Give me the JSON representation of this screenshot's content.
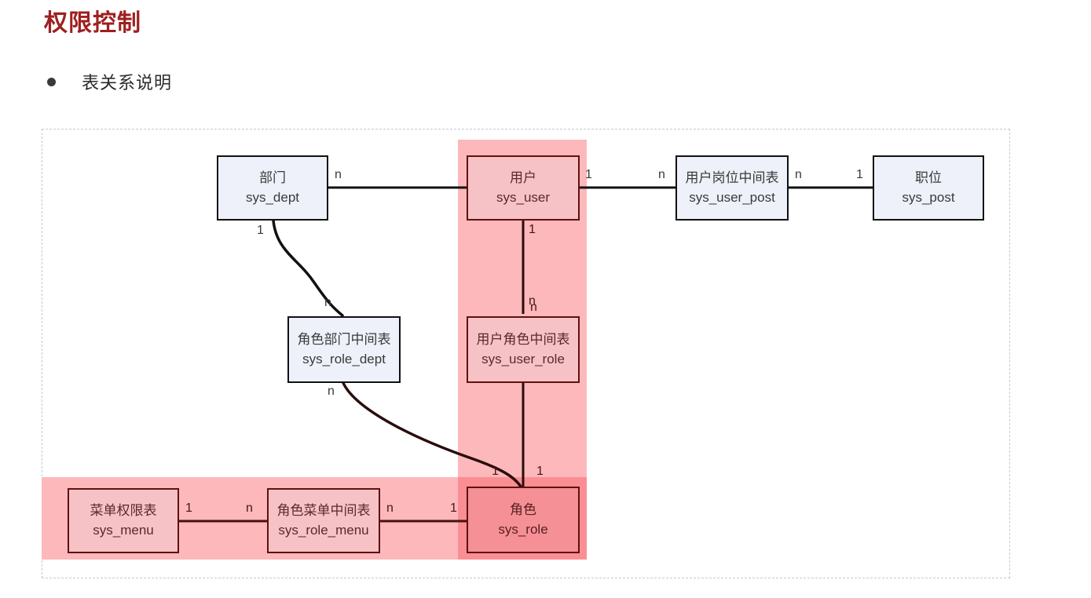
{
  "page": {
    "title": "权限控制",
    "bullet": {
      "marker": "bullet-dot",
      "label": "表关系说明"
    }
  },
  "colors": {
    "title": "#9e2020",
    "band_light": "#fcb8bb",
    "band_overlap": "#fa8e93",
    "box_plain_fill": "#eef1fa",
    "box_plain_border": "#111111",
    "box_highlight_fill": "#f7c2c6",
    "box_strong_fill": "#f59096",
    "box_highlight_border": "#5e1111",
    "frame_border": "#c3c9d8",
    "line": "#111111"
  },
  "diagram": {
    "entities": [
      {
        "id": "sys_dept",
        "cn": "部门",
        "en": "sys_dept",
        "style": "plain"
      },
      {
        "id": "sys_user",
        "cn": "用户",
        "en": "sys_user",
        "style": "hl"
      },
      {
        "id": "sys_user_post",
        "cn": "用户岗位中间表",
        "en": "sys_user_post",
        "style": "plain"
      },
      {
        "id": "sys_post",
        "cn": "职位",
        "en": "sys_post",
        "style": "plain"
      },
      {
        "id": "sys_role_dept",
        "cn": "角色部门中间表",
        "en": "sys_role_dept",
        "style": "plain"
      },
      {
        "id": "sys_user_role",
        "cn": "用户角色中间表",
        "en": "sys_user_role",
        "style": "hl"
      },
      {
        "id": "sys_menu",
        "cn": "菜单权限表",
        "en": "sys_menu",
        "style": "hl"
      },
      {
        "id": "sys_role_menu",
        "cn": "角色菜单中间表",
        "en": "sys_role_menu",
        "style": "hl"
      },
      {
        "id": "sys_role",
        "cn": "角色",
        "en": "sys_role",
        "style": "hl-strong"
      }
    ],
    "relations": [
      {
        "from": "sys_dept",
        "to": "sys_user",
        "from_card": "n",
        "to_card": "1"
      },
      {
        "from": "sys_user",
        "to": "sys_user_post",
        "from_card": "1",
        "to_card": "n"
      },
      {
        "from": "sys_user_post",
        "to": "sys_post",
        "from_card": "n",
        "to_card": "1"
      },
      {
        "from": "sys_user",
        "to": "sys_user_role",
        "from_card": "1",
        "to_card": "n"
      },
      {
        "from": "sys_dept",
        "to": "sys_role_dept",
        "from_card": "1",
        "to_card": "n"
      },
      {
        "from": "sys_role_dept",
        "to": "sys_role",
        "from_card": "n",
        "to_card": "1"
      },
      {
        "from": "sys_user_role",
        "to": "sys_role",
        "from_card": "n",
        "to_card": "1"
      },
      {
        "from": "sys_menu",
        "to": "sys_role_menu",
        "from_card": "1",
        "to_card": "n"
      },
      {
        "from": "sys_role_menu",
        "to": "sys_role",
        "from_card": "n",
        "to_card": "1"
      }
    ],
    "cardinality_labels": {
      "dept_user_n": "n",
      "user_post_1": "1",
      "post_mid_n": "n",
      "mid_post_n": "n",
      "post_post_1": "1",
      "dept_role_1": "1",
      "dept_role_n": "n",
      "user_role_1": "1",
      "user_role_n": "n",
      "roledept_role_n": "n",
      "roledept_role_1": "1",
      "userrole_role_n": "n",
      "userrole_role_1": "1",
      "menu_rolemenu_1": "1",
      "menu_rolemenu_n": "n",
      "rolemenu_role_n": "n",
      "rolemenu_role_1": "1"
    }
  }
}
